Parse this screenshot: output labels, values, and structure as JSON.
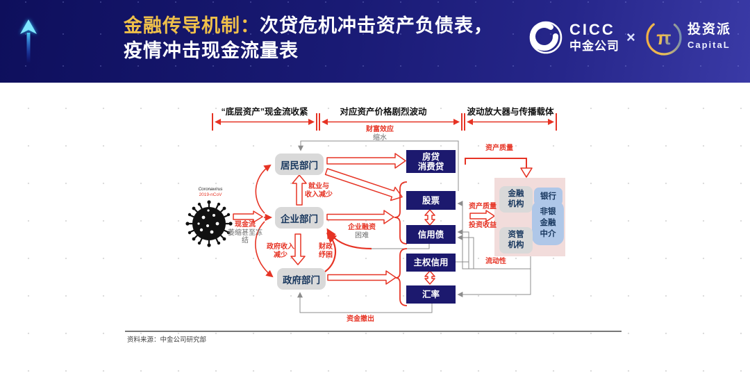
{
  "header": {
    "title_highlight": "金融传导机制：",
    "title_rest": "次贷危机冲击资产负债表，",
    "title_line2": "疫情冲击现金流量表",
    "cicc_en": "CICC",
    "cicc_cn": "中金公司",
    "separator": "×",
    "partner_cn": "投资派",
    "partner_en": "CapitaL"
  },
  "ruler": {
    "section1": "“底层资产”现金流收紧",
    "section2": "对应资产价格剧烈波动",
    "section3": "波动放大器与传播载体"
  },
  "sectors": {
    "household": "居民部门",
    "corporate": "企业部门",
    "government": "政府部门"
  },
  "assets": {
    "mortgage_l1": "房贷",
    "mortgage_l2": "消费贷",
    "stock": "股票",
    "credit_bond": "信用债",
    "sovereign": "主权信用",
    "fx": "汇率"
  },
  "institutions": {
    "financial_l1": "金融",
    "financial_l2": "机构",
    "bank": "银行",
    "nonbank_l1": "非银",
    "nonbank_l2": "金融",
    "nonbank_l3": "中介",
    "asset_mgmt_l1": "资管",
    "asset_mgmt_l2": "机构"
  },
  "annotations": {
    "virus_en": "Coronavirus",
    "virus_sub": "2019-nCoV",
    "cash_flow": "现金流",
    "cash_flow_sub_l1": "萎缩甚至冻",
    "cash_flow_sub_l2": "结",
    "wealth_effect": "财富效应",
    "wealth_effect_sub": "缩水",
    "employment_l1": "就业与",
    "employment_l2": "收入减少",
    "corp_financing": "企业融资",
    "corp_financing_sub": "困难",
    "gov_revenue_l1": "政府收入",
    "gov_revenue_l2": "减少",
    "fiscal_l1": "财政",
    "fiscal_l2": "纾困",
    "asset_quality_top": "资产质量",
    "asset_quality_mid": "资产质量",
    "investment_return": "投资收益",
    "liquidity": "流动性",
    "capital_withdrawal": "资金撤出"
  },
  "source": "资料来源：中金公司研究部",
  "colors": {
    "accent_red": "#E63324",
    "navy_box": "#1C196E",
    "gray_box": "#D9D9D9",
    "pink_container": "#F2DCDB",
    "light_blue_box": "#AFC7E8",
    "title_gold": "#EFC04A",
    "header_navy": "#14156B"
  }
}
